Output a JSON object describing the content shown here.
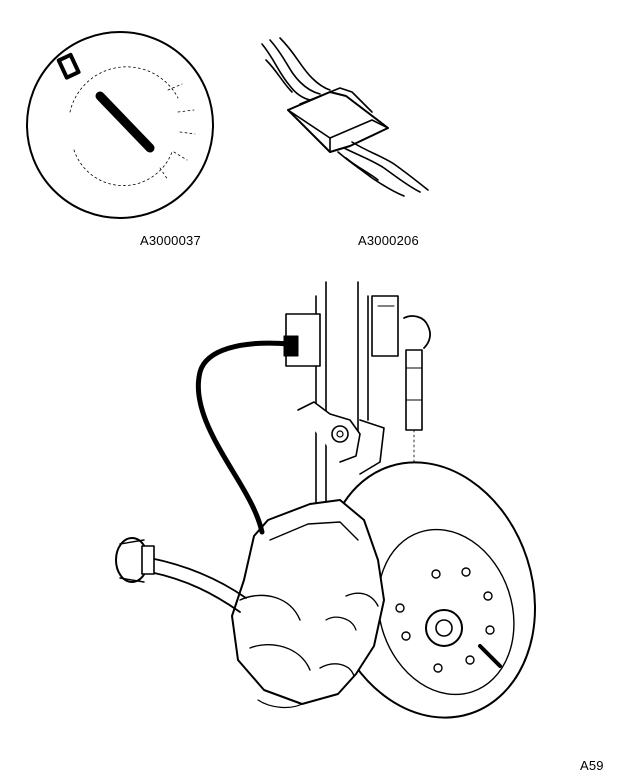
{
  "captions": {
    "left": "A3000037",
    "right": "A3000206",
    "page_code": "A59"
  },
  "colors": {
    "ink": "#000000",
    "paper": "#ffffff"
  },
  "panels": [
    {
      "id": "ignition-switch",
      "icon": "ignition-key-off-position"
    },
    {
      "id": "connector",
      "icon": "wire-harness-connector"
    },
    {
      "id": "front-brake-assembly",
      "icon": "brake-disc-caliper-wear-sensor"
    }
  ]
}
